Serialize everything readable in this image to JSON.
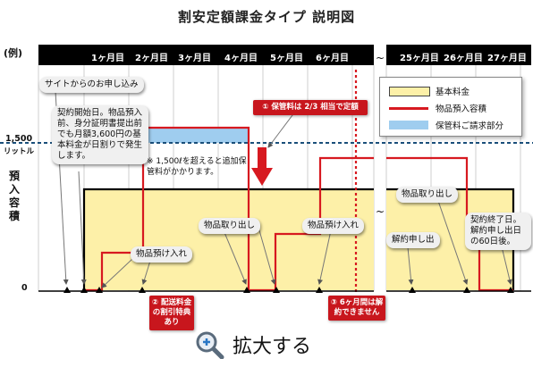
{
  "title": "割安定額課金タイプ 説明図",
  "corner_label": "(例)",
  "months": [
    "1ヶ月目",
    "2ヶ月目",
    "3ヶ月目",
    "4ヶ月目",
    "5ヶ月目",
    "6ヶ月目",
    "25ヶ月目",
    "26ヶ月目",
    "27ヶ月目"
  ],
  "break_symbol": "~",
  "y_labels": {
    "top_value": "1,500",
    "top_unit": "リットル",
    "zero": "0"
  },
  "y_axis_title": "預入容積",
  "legend": [
    {
      "label": "基本料金",
      "color": "#fdf0a8"
    },
    {
      "label": "物品預入容積",
      "color": "#d71920"
    },
    {
      "label": "保管料ご請求部分",
      "color": "#9fcdef"
    }
  ],
  "callouts": {
    "apply": "サイトからのお申し込み",
    "contract_start": "契約開始日。物品預入前、身分証明書提出前でも月額3,600円の基本料金が日割りで発生します。",
    "deposit_1": "物品預け入れ",
    "takeout_1": "物品取り出し",
    "deposit_2": "物品預け入れ",
    "takeout_2": "物品取り出し",
    "cancel_request": "解約申し出",
    "contract_end": "契約終了日。解約申し出日の60日後。"
  },
  "note_over_limit": "※ 1,500ℓを超えると追加保管料がかかります。",
  "red_labels": {
    "fee_two_thirds": "① 保管料は 2/3 相当で定額",
    "delivery_discount": "② 配送料金の割引特典あり",
    "no_cancel_6m": "③ 6ヶ月間は解約できません"
  },
  "zoom_label": "拡大する",
  "chart_data": {
    "type": "area",
    "y_unit": "リットル",
    "limit_line": 1500
  }
}
